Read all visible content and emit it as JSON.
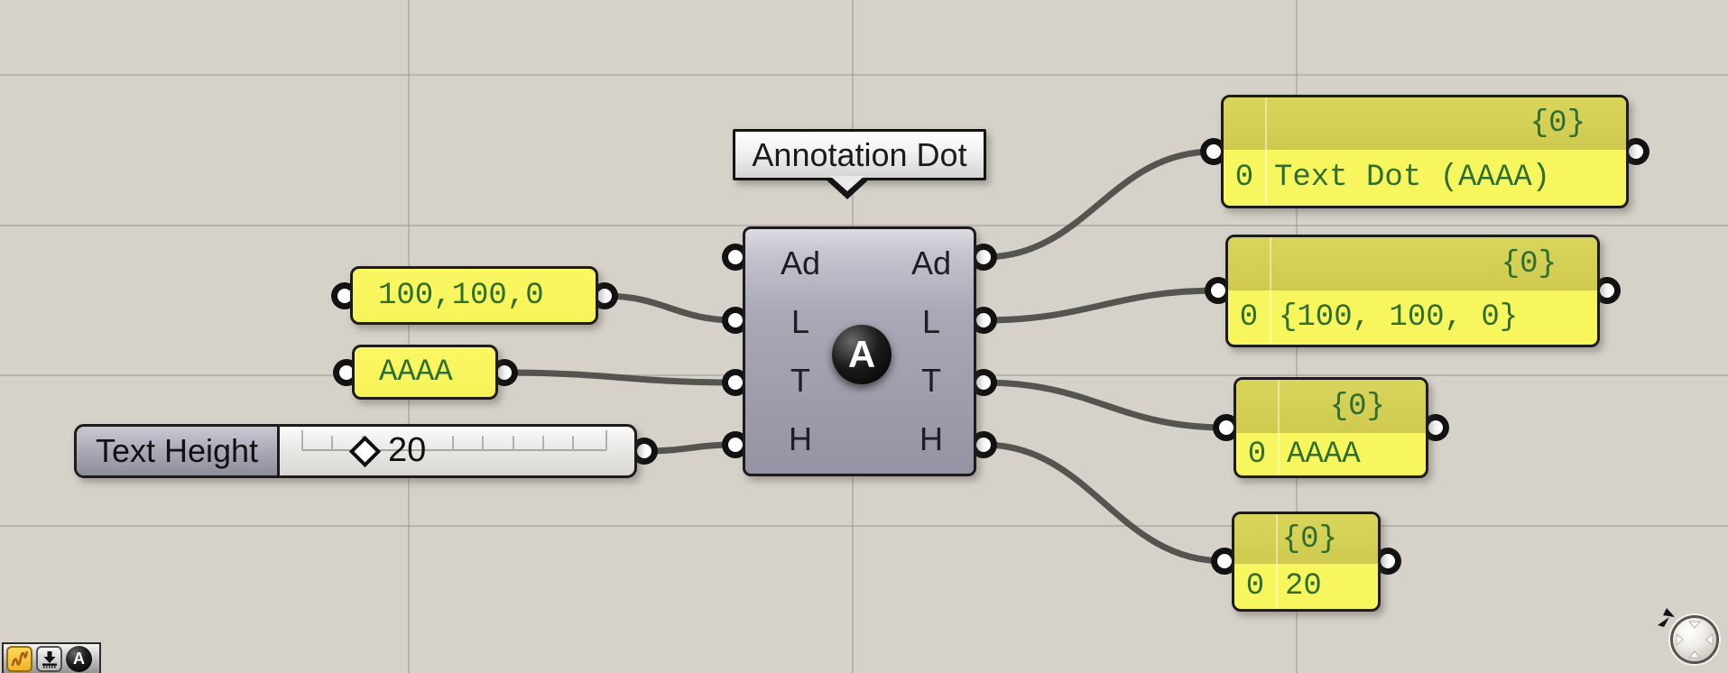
{
  "tooltip": {
    "label": "Annotation Dot"
  },
  "component": {
    "inputs": [
      "Ad",
      "L",
      "T",
      "H"
    ],
    "outputs": [
      "Ad",
      "L",
      "T",
      "H"
    ],
    "icon_letter": "A"
  },
  "input_panels": [
    {
      "value": "100,100,0"
    },
    {
      "value": "AAAA"
    }
  ],
  "slider": {
    "label": "Text Height",
    "value": "20"
  },
  "output_panels": [
    {
      "branch": "{0}",
      "index": "0",
      "value": "Text Dot (AAAA)"
    },
    {
      "branch": "{0}",
      "index": "0",
      "value": "{100, 100, 0}"
    },
    {
      "branch": "{0}",
      "index": "0",
      "value": "AAAA"
    },
    {
      "branch": "{0}",
      "index": "0",
      "value": "20"
    }
  ],
  "toolbar": {
    "icons": [
      "sketch-icon",
      "place-value-icon",
      "annotation-dot-icon"
    ],
    "annotation_icon_letter": "A"
  },
  "colors": {
    "canvas_bg": "#d6d2ca",
    "panel_yellow": "#f8f65f",
    "panel_header_olive": "#d4cf55",
    "panel_text_green": "#2f6e31",
    "wire": "#4b4946",
    "component_body": "#a5a3b2"
  }
}
